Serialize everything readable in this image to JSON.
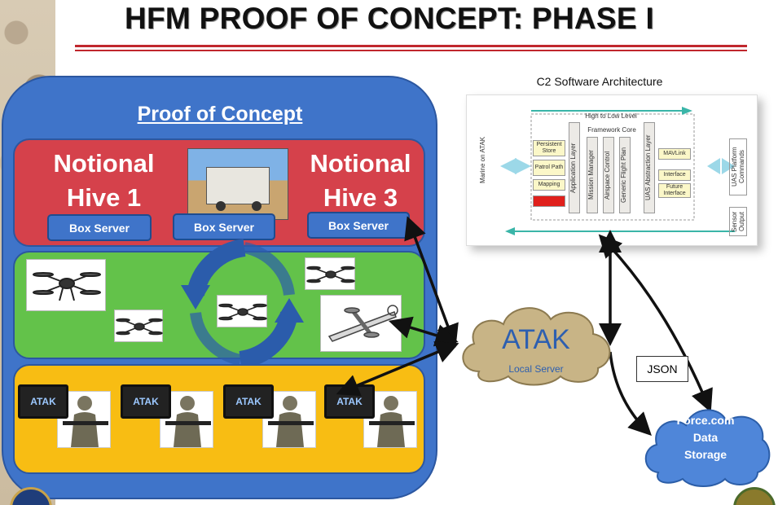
{
  "slide": {
    "title": "HFM PROOF OF CONCEPT: PHASE I"
  },
  "proof_of_concept": {
    "title": "Proof of Concept",
    "hive_1": {
      "line1": "Notional",
      "line2": "Hive 1"
    },
    "hive_3": {
      "line1": "Notional",
      "line2": "Hive 3"
    },
    "box_servers": [
      "Box Server",
      "Box Server",
      "Box Server"
    ],
    "tablet_labels": [
      "ATAK",
      "ATAK",
      "ATAK",
      "ATAK"
    ]
  },
  "architecture": {
    "title": "C2 Software Architecture",
    "top_arrow_label": "High to Low Level",
    "left_label": "Marine on ATAK",
    "core_label": "Framework Core",
    "application_layer": "Application Layer",
    "mission_manager": "Mission Manager",
    "airspace_control": "Airspace Control",
    "generic_flight_plan": "Generic Flight Plan",
    "uas_abstraction_layer": "UAS Abstraction Layer",
    "modules": [
      "Persistent Store",
      "Patrol Path",
      "Mapping"
    ],
    "interfaces": [
      "MAVLink",
      "Interface",
      "Future Interface"
    ],
    "right_label": "UAS Platform Commands",
    "sensor_label": "Sensor Output"
  },
  "atak_cloud": {
    "title": "ATAK",
    "subtitle": "Local Server"
  },
  "json_label": "JSON",
  "storage_cloud": {
    "line1": "Force.com",
    "line2": "Data",
    "line3": "Storage"
  },
  "colors": {
    "title_rule": "#c0272d",
    "outer_blue": "#3f74c9",
    "hive_red": "#d5414b",
    "drone_green": "#63c24a",
    "soldier_yellow": "#f8bd13",
    "cloud_fill": "#c8b486",
    "storage_fill": "#4f86d9",
    "cycle_arrow": "#2b5cab"
  }
}
